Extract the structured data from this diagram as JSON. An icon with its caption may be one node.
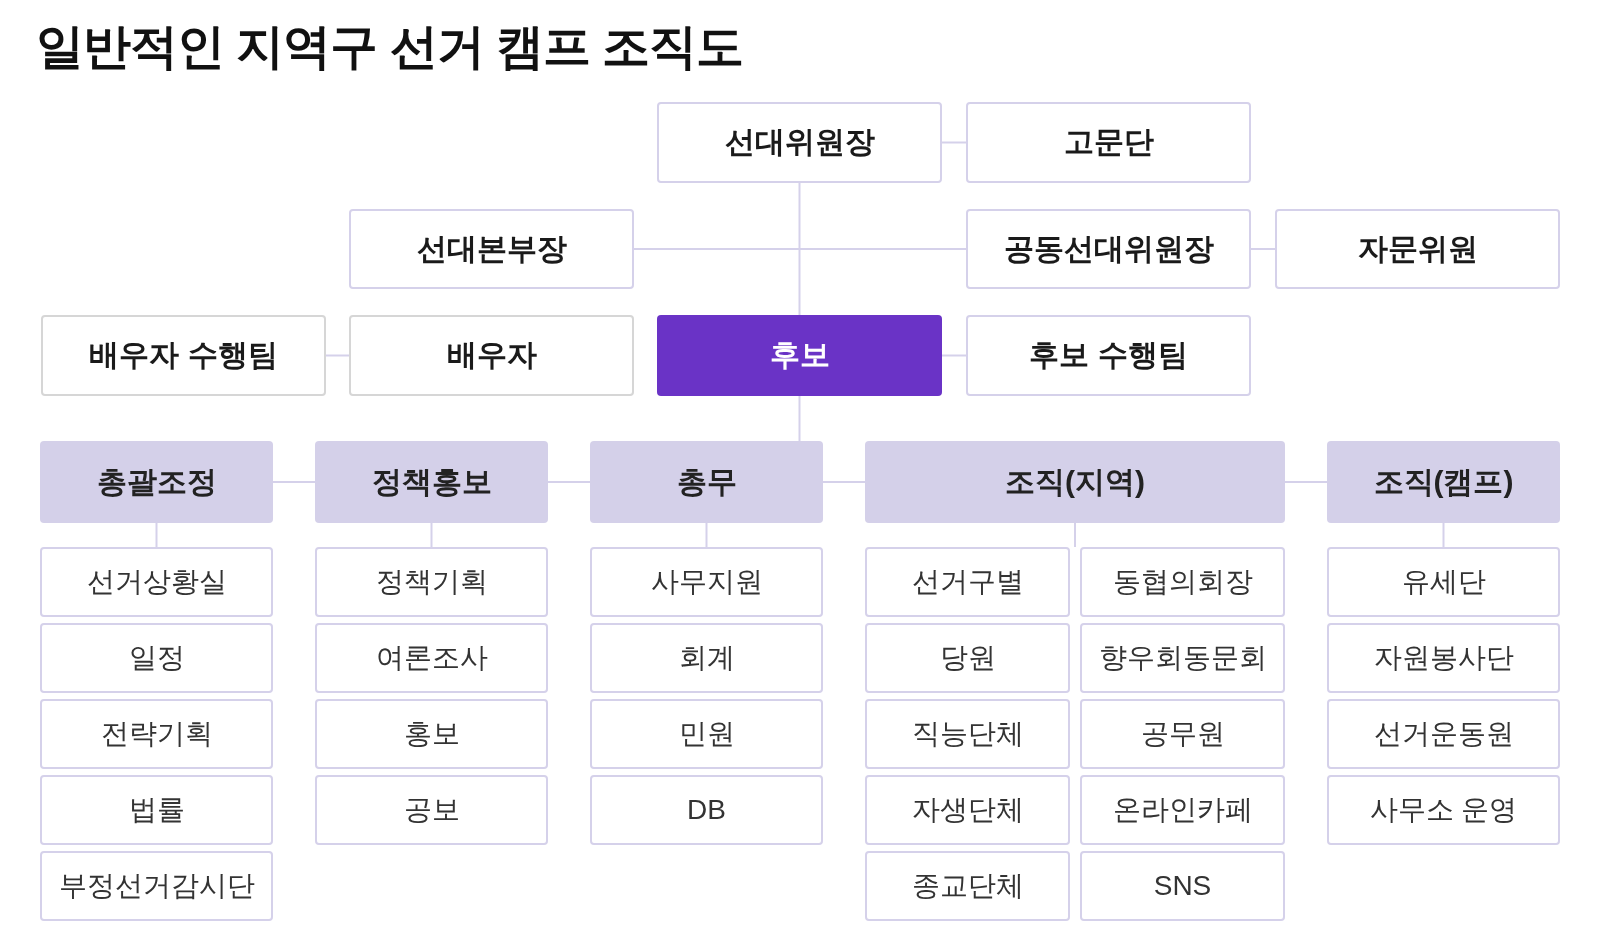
{
  "diagram": {
    "title": "일반적인 지역구 선거 캠프 조직도",
    "nodes": [
      {
        "text": [
          "선대위원장"
        ]
      },
      {
        "text": [
          "고문단"
        ]
      },
      {
        "text": [
          "선대본부장"
        ]
      },
      {
        "text": [
          "공동선대위원장"
        ]
      },
      {
        "text": [
          "자문위원"
        ]
      },
      {
        "text": [
          "배우자 수행팀"
        ]
      },
      {
        "text": [
          "배우자"
        ]
      },
      {
        "text": [
          "후보"
        ]
      },
      {
        "text": [
          "후보 수행팀"
        ]
      },
      {
        "text": [
          "총괄조정"
        ]
      },
      {
        "text": [
          "정책홍보"
        ]
      },
      {
        "text": [
          "총무"
        ]
      },
      {
        "text": [
          "조직(지역)"
        ]
      },
      {
        "text": [
          "조직(캠프)"
        ]
      },
      {
        "text": [
          "선거상황실"
        ]
      },
      {
        "text": [
          "일정"
        ]
      },
      {
        "text": [
          "전략기획"
        ]
      },
      {
        "text": [
          "법률"
        ]
      },
      {
        "text": [
          "부정선거감시단"
        ]
      },
      {
        "text": [
          "정책기획"
        ]
      },
      {
        "text": [
          "여론조사"
        ]
      },
      {
        "text": [
          "홍보"
        ]
      },
      {
        "text": [
          "공보"
        ]
      },
      {
        "text": [
          "사무지원"
        ]
      },
      {
        "text": [
          "회계"
        ]
      },
      {
        "text": [
          "민원"
        ]
      },
      {
        "text": [
          "DB"
        ]
      },
      {
        "text": [
          "선거구별"
        ]
      },
      {
        "text": [
          "당원"
        ]
      },
      {
        "text": [
          "직능단체"
        ]
      },
      {
        "text": [
          "자생단체"
        ]
      },
      {
        "text": [
          "종교단체"
        ]
      },
      {
        "text": [
          "동협의회장"
        ]
      },
      {
        "text": [
          "향우회동문회"
        ]
      },
      {
        "text": [
          "공무원"
        ]
      },
      {
        "text": [
          "온라인카페"
        ]
      },
      {
        "text": [
          "SNS"
        ]
      },
      {
        "text": [
          "유세단"
        ]
      },
      {
        "text": [
          "자원봉사단"
        ]
      },
      {
        "text": [
          "선거운동원"
        ]
      },
      {
        "text": [
          "사무소 운영"
        ]
      }
    ],
    "edges": [
      {
        "from": 0,
        "to": 1,
        "arrow": "none"
      },
      {
        "from": 0,
        "to": 7,
        "arrow": "none"
      },
      {
        "from": 2,
        "to": 3,
        "arrow": "none"
      },
      {
        "from": 3,
        "to": 4,
        "arrow": "none"
      },
      {
        "from": 5,
        "to": 6,
        "arrow": "none"
      },
      {
        "from": 7,
        "to": 8,
        "arrow": "none"
      },
      {
        "from": 7,
        "to": 11,
        "arrow": "none"
      },
      {
        "from": 9,
        "to": 10,
        "arrow": "none"
      },
      {
        "from": 10,
        "to": 11,
        "arrow": "none"
      },
      {
        "from": 11,
        "to": 12,
        "arrow": "none"
      },
      {
        "from": 12,
        "to": 13,
        "arrow": "none"
      },
      {
        "from": 9,
        "to": 14,
        "arrow": "none"
      },
      {
        "from": 10,
        "to": 19,
        "arrow": "none"
      },
      {
        "from": 11,
        "to": 23,
        "arrow": "none"
      },
      {
        "from": 12,
        "to": 27,
        "arrow": "none"
      },
      {
        "from": 12,
        "to": 32,
        "arrow": "none"
      },
      {
        "from": 13,
        "to": 37,
        "arrow": "none"
      }
    ]
  }
}
